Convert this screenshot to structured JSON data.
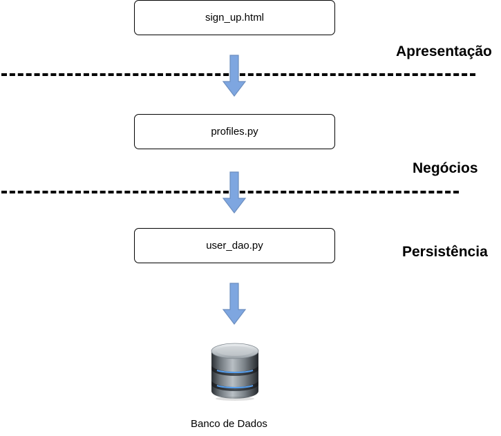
{
  "boxes": {
    "presentation_file": "sign_up.html",
    "business_file": "profiles.py",
    "persistence_file": "user_dao.py"
  },
  "layers": {
    "presentation": "Apresentação",
    "business": "Negócios",
    "persistence": "Persistência"
  },
  "database": {
    "label": "Banco de Dados",
    "icon": "database-icon"
  },
  "colors": {
    "arrow_fill": "#7EA6E0",
    "arrow_stroke": "#6C8EBF"
  }
}
